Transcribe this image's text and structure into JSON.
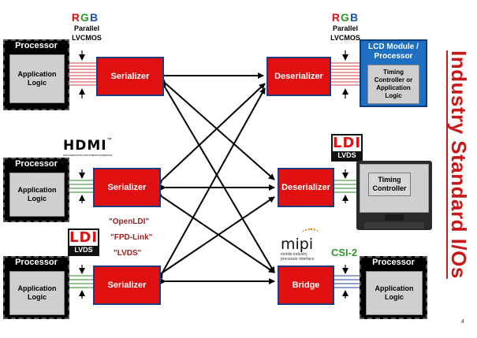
{
  "rgb_left": {
    "letters": [
      "R",
      "G",
      "B"
    ],
    "line1": "Parallel",
    "line2": "LVCMOS"
  },
  "rgb_right": {
    "letters": [
      "R",
      "G",
      "B"
    ],
    "line1": "Parallel",
    "line2": "LVCMOS"
  },
  "processor_label": "Processor",
  "app_logic_line1": "Application",
  "app_logic_line2": "Logic",
  "serializer_label": "Serializer",
  "deserializer_label": "Deserializer",
  "bridge_label": "Bridge",
  "lcd_module": {
    "title_line1": "LCD Module /",
    "title_line2": "Processor",
    "inner_line1": "Timing",
    "inner_line2": "Controller or",
    "inner_line3": "Application",
    "inner_line4": "Logic"
  },
  "hdmi_logo": {
    "main": "HDMI",
    "tm": "™",
    "sub": "HIGH-DEFINITION MULTIMEDIA INTERFACE"
  },
  "ldi_logo": {
    "top": "LDI",
    "bottom": "LVDS"
  },
  "timing_controller": {
    "line1": "Timing",
    "line2": "Controller"
  },
  "quotes": [
    "\"OpenLDI\"",
    "\"FPD-Link\"",
    "\"LVDS\""
  ],
  "mipi_logo": {
    "main": "mipi",
    "sub1": "mobile industry",
    "sub2": "processor interface"
  },
  "csi_label": "CSI-2",
  "vertical_title": "Industry Standard I/Os",
  "page_number": "4",
  "colors": {
    "red": "#e01010",
    "blue": "#1e6fc0",
    "title_red": "#c81818",
    "green_line": "#2a8a2a",
    "arrow": "#000000"
  }
}
